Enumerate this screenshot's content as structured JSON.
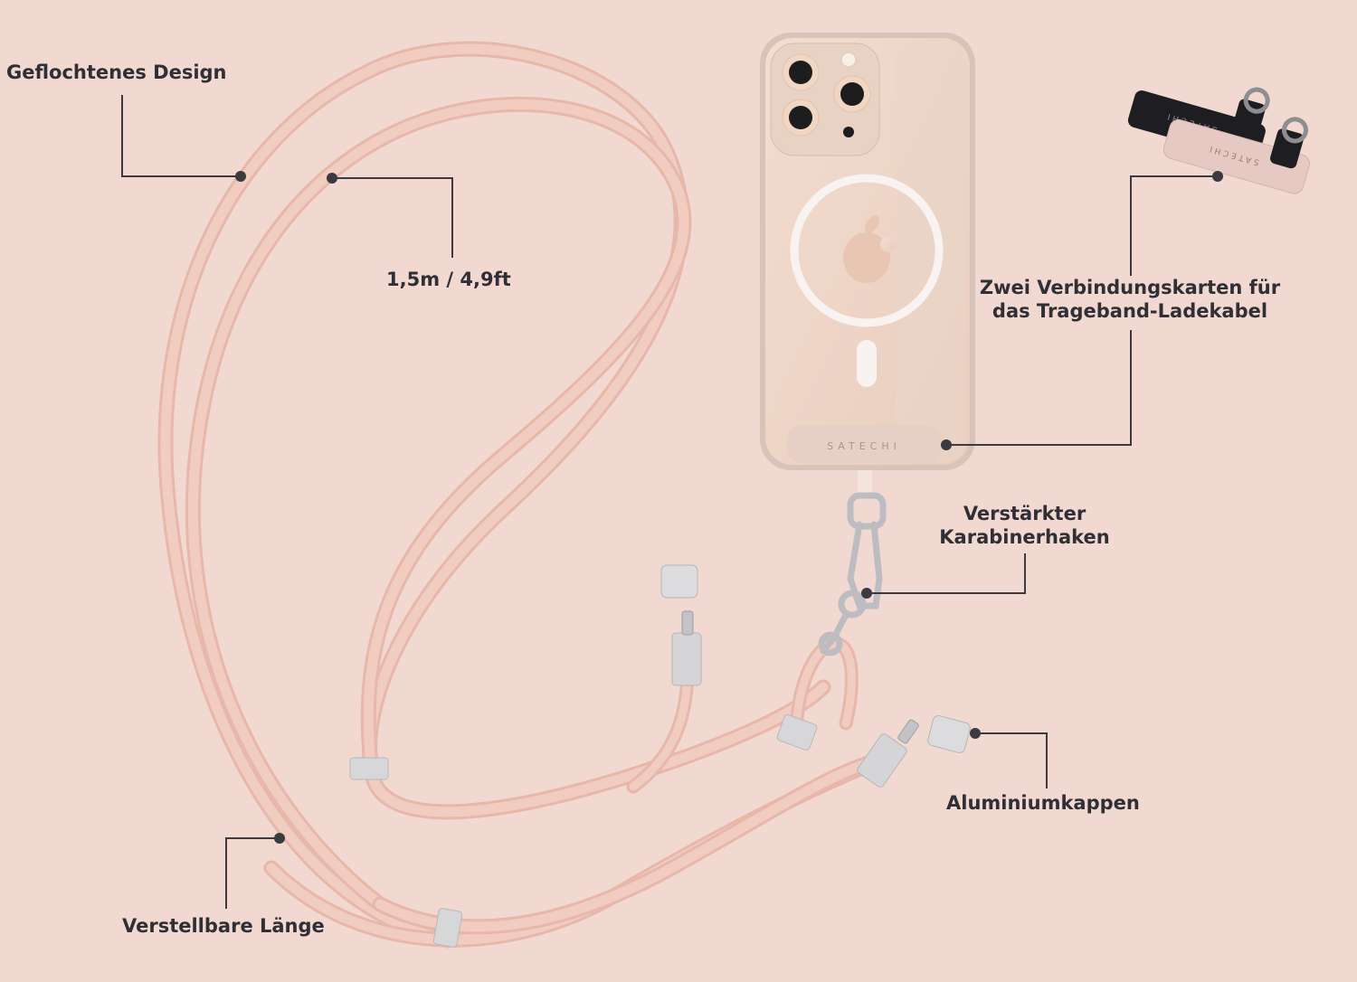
{
  "labels": {
    "braided_design": "Geflochtenes Design",
    "length": "1,5m / 4,9ft",
    "connection_cards_line1": "Zwei Verbindungskarten für",
    "connection_cards_line2": "das Trageband-Ladekabel",
    "carabiner_line1": "Verstärkter",
    "carabiner_line2": "Karabinerhaken",
    "aluminum_caps": "Aluminiumkappen",
    "adjustable_length": "Verstellbare Länge"
  },
  "brand": {
    "card_logo": "SATECHI",
    "tab_logo": "SATECHI"
  },
  "colors": {
    "background": "#f1d9d2",
    "cord": "#efc6b9",
    "text": "#2f2f35",
    "callout_line": "#3a3a40",
    "metal": "#c9c9cb"
  }
}
